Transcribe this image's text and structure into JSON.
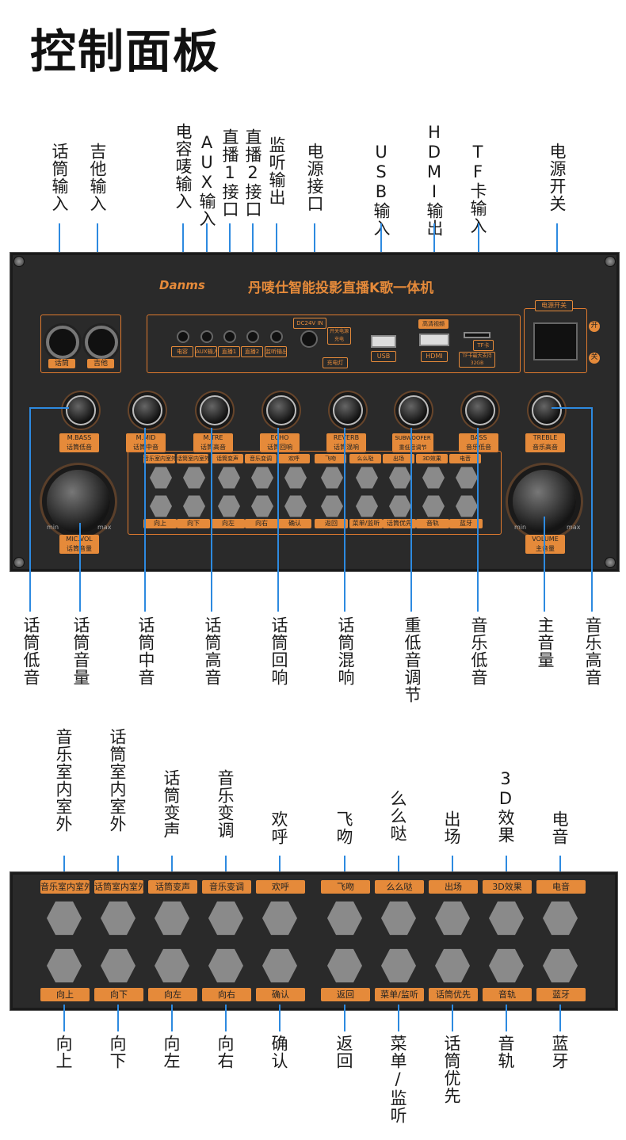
{
  "title": "控制面板",
  "brand": {
    "logo": "Danms",
    "product": "丹唛仕智能投影直播K歌一体机"
  },
  "top_labels": [
    {
      "text": "话筒输入"
    },
    {
      "text": "吉他输入"
    },
    {
      "text": "电容唛输入"
    },
    {
      "text": "AUX输入"
    },
    {
      "text": "直播1接口"
    },
    {
      "text": "直播2接口"
    },
    {
      "text": "监听输出"
    },
    {
      "text": "电源接口"
    },
    {
      "text": "USB输入"
    },
    {
      "text": "HDMI输出"
    },
    {
      "text": "TF卡输入"
    },
    {
      "text": "电源开关"
    }
  ],
  "input_tags": {
    "mic": "话筒",
    "guitar": "吉他",
    "cap": "电容",
    "aux": "AUX输入",
    "live1": "直播1",
    "live2": "直播2",
    "monitor": "监听输出",
    "dc": "DC24V IN",
    "power_hint": "开关电源充电",
    "charge": "充电灯",
    "usb": "USB",
    "hdmi": "HDMI",
    "hdmi_top": "高清视频",
    "tf": "TF卡",
    "tf_note": "TF卡最大支持 32GB",
    "power_switch": "电源开关",
    "on": "开",
    "off": "关"
  },
  "knobs": [
    {
      "en": "M.BASS",
      "cn": "话筒低音"
    },
    {
      "en": "M.MID",
      "cn": "话筒中音"
    },
    {
      "en": "M.TRE",
      "cn": "话筒高音"
    },
    {
      "en": "ECHO",
      "cn": "话筒回响"
    },
    {
      "en": "REVERB",
      "cn": "话筒混响"
    },
    {
      "en": "SUBWOOFER",
      "cn": "重低音调节"
    },
    {
      "en": "BASS",
      "cn": "音乐低音"
    },
    {
      "en": "TREBLE",
      "cn": "音乐高音"
    }
  ],
  "big_knobs": {
    "mic_vol": {
      "en": "MIC.VOL",
      "cn": "话筒音量"
    },
    "volume": {
      "en": "VOLUME",
      "cn": "主音量"
    },
    "min": "min",
    "max": "max"
  },
  "bottom_labels": [
    {
      "text": "话筒低音"
    },
    {
      "text": "话筒音量"
    },
    {
      "text": "话筒中音"
    },
    {
      "text": "话筒高音"
    },
    {
      "text": "话筒回响"
    },
    {
      "text": "话筒混响"
    },
    {
      "text": "重低音调节"
    },
    {
      "text": "音乐低音"
    },
    {
      "text": "主音量"
    },
    {
      "text": "音乐高音"
    }
  ],
  "buttons_top": [
    {
      "tag": "音乐室内室外",
      "label": "音乐室内室外"
    },
    {
      "tag": "话筒室内室外",
      "label": "话筒室内室外"
    },
    {
      "tag": "话筒变声",
      "label": "话筒变声"
    },
    {
      "tag": "音乐变调",
      "label": "音乐变调"
    },
    {
      "tag": "欢呼",
      "label": "欢呼"
    },
    {
      "tag": "飞吻",
      "label": "飞吻"
    },
    {
      "tag": "么么哒",
      "label": "么么哒"
    },
    {
      "tag": "出场",
      "label": "出场"
    },
    {
      "tag": "3D效果",
      "label": "3D效果"
    },
    {
      "tag": "电音",
      "label": "电音"
    }
  ],
  "buttons_bottom": [
    {
      "tag": "向上",
      "label": "向上"
    },
    {
      "tag": "向下",
      "label": "向下"
    },
    {
      "tag": "向左",
      "label": "向左"
    },
    {
      "tag": "向右",
      "label": "向右"
    },
    {
      "tag": "确认",
      "label": "确认"
    },
    {
      "tag": "返回",
      "label": "返回"
    },
    {
      "tag": "菜单/监听",
      "label": "菜单/监听"
    },
    {
      "tag": "话筒优先",
      "label": "话筒优先"
    },
    {
      "tag": "音轨",
      "label": "音轨"
    },
    {
      "tag": "蓝牙",
      "label": "蓝牙"
    }
  ]
}
